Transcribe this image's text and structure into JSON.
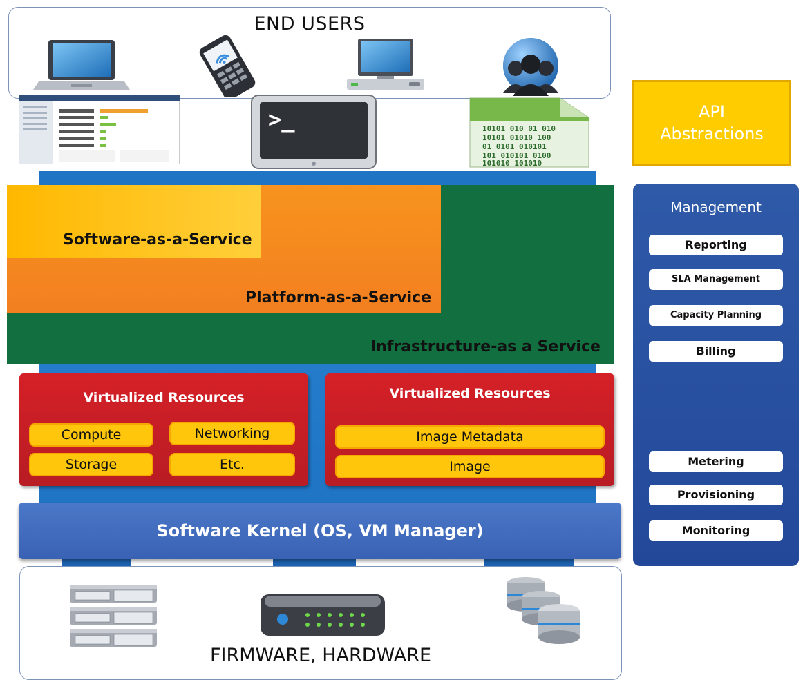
{
  "end_users": {
    "title": "END USERS",
    "devices": [
      "laptop-icon",
      "smartphone-icon",
      "desktop-computer-icon",
      "user-group-globe-icon"
    ]
  },
  "interfaces": {
    "items": [
      "web-dashboard-icon",
      "terminal-icon",
      "binary-file-icon"
    ],
    "terminal_prompt": ">_",
    "binary_lines": [
      "10101 010 01 010",
      "10101 01010 100",
      "01 0101 010101",
      "101 010101 0100",
      "101010    101010"
    ]
  },
  "layers": {
    "saas": "Software-as-a-Service",
    "paas": "Platform-as-a-Service",
    "iaas": "Infrastructure-as a Service"
  },
  "virtualized_left": {
    "title": "Virtualized Resources",
    "items": [
      "Compute",
      "Networking",
      "Storage",
      "Etc."
    ]
  },
  "virtualized_right": {
    "title": "Virtualized Resources",
    "items": [
      "Image Metadata",
      "Image"
    ]
  },
  "kernel": {
    "label": "Software Kernel (OS, VM Manager)"
  },
  "firmware": {
    "title": "FIRMWARE, HARDWARE",
    "devices": [
      "server-rack-icon",
      "network-switch-icon",
      "database-storage-icon"
    ]
  },
  "api": {
    "line1": "API",
    "line2": "Abstractions"
  },
  "management": {
    "title": "Management",
    "items": [
      "Reporting",
      "SLA Management",
      "Capacity Planning",
      "Billing",
      "Metering",
      "Provisioning",
      "Monitoring"
    ]
  },
  "colors": {
    "saas": "#ffc21a",
    "paas": "#f58a1f",
    "iaas": "#127040",
    "virtual_panel": "#c91f26",
    "chip": "#ffc60b",
    "kernel": "#4169bd",
    "management": "#2a52a2",
    "api": "#ffcc00"
  }
}
